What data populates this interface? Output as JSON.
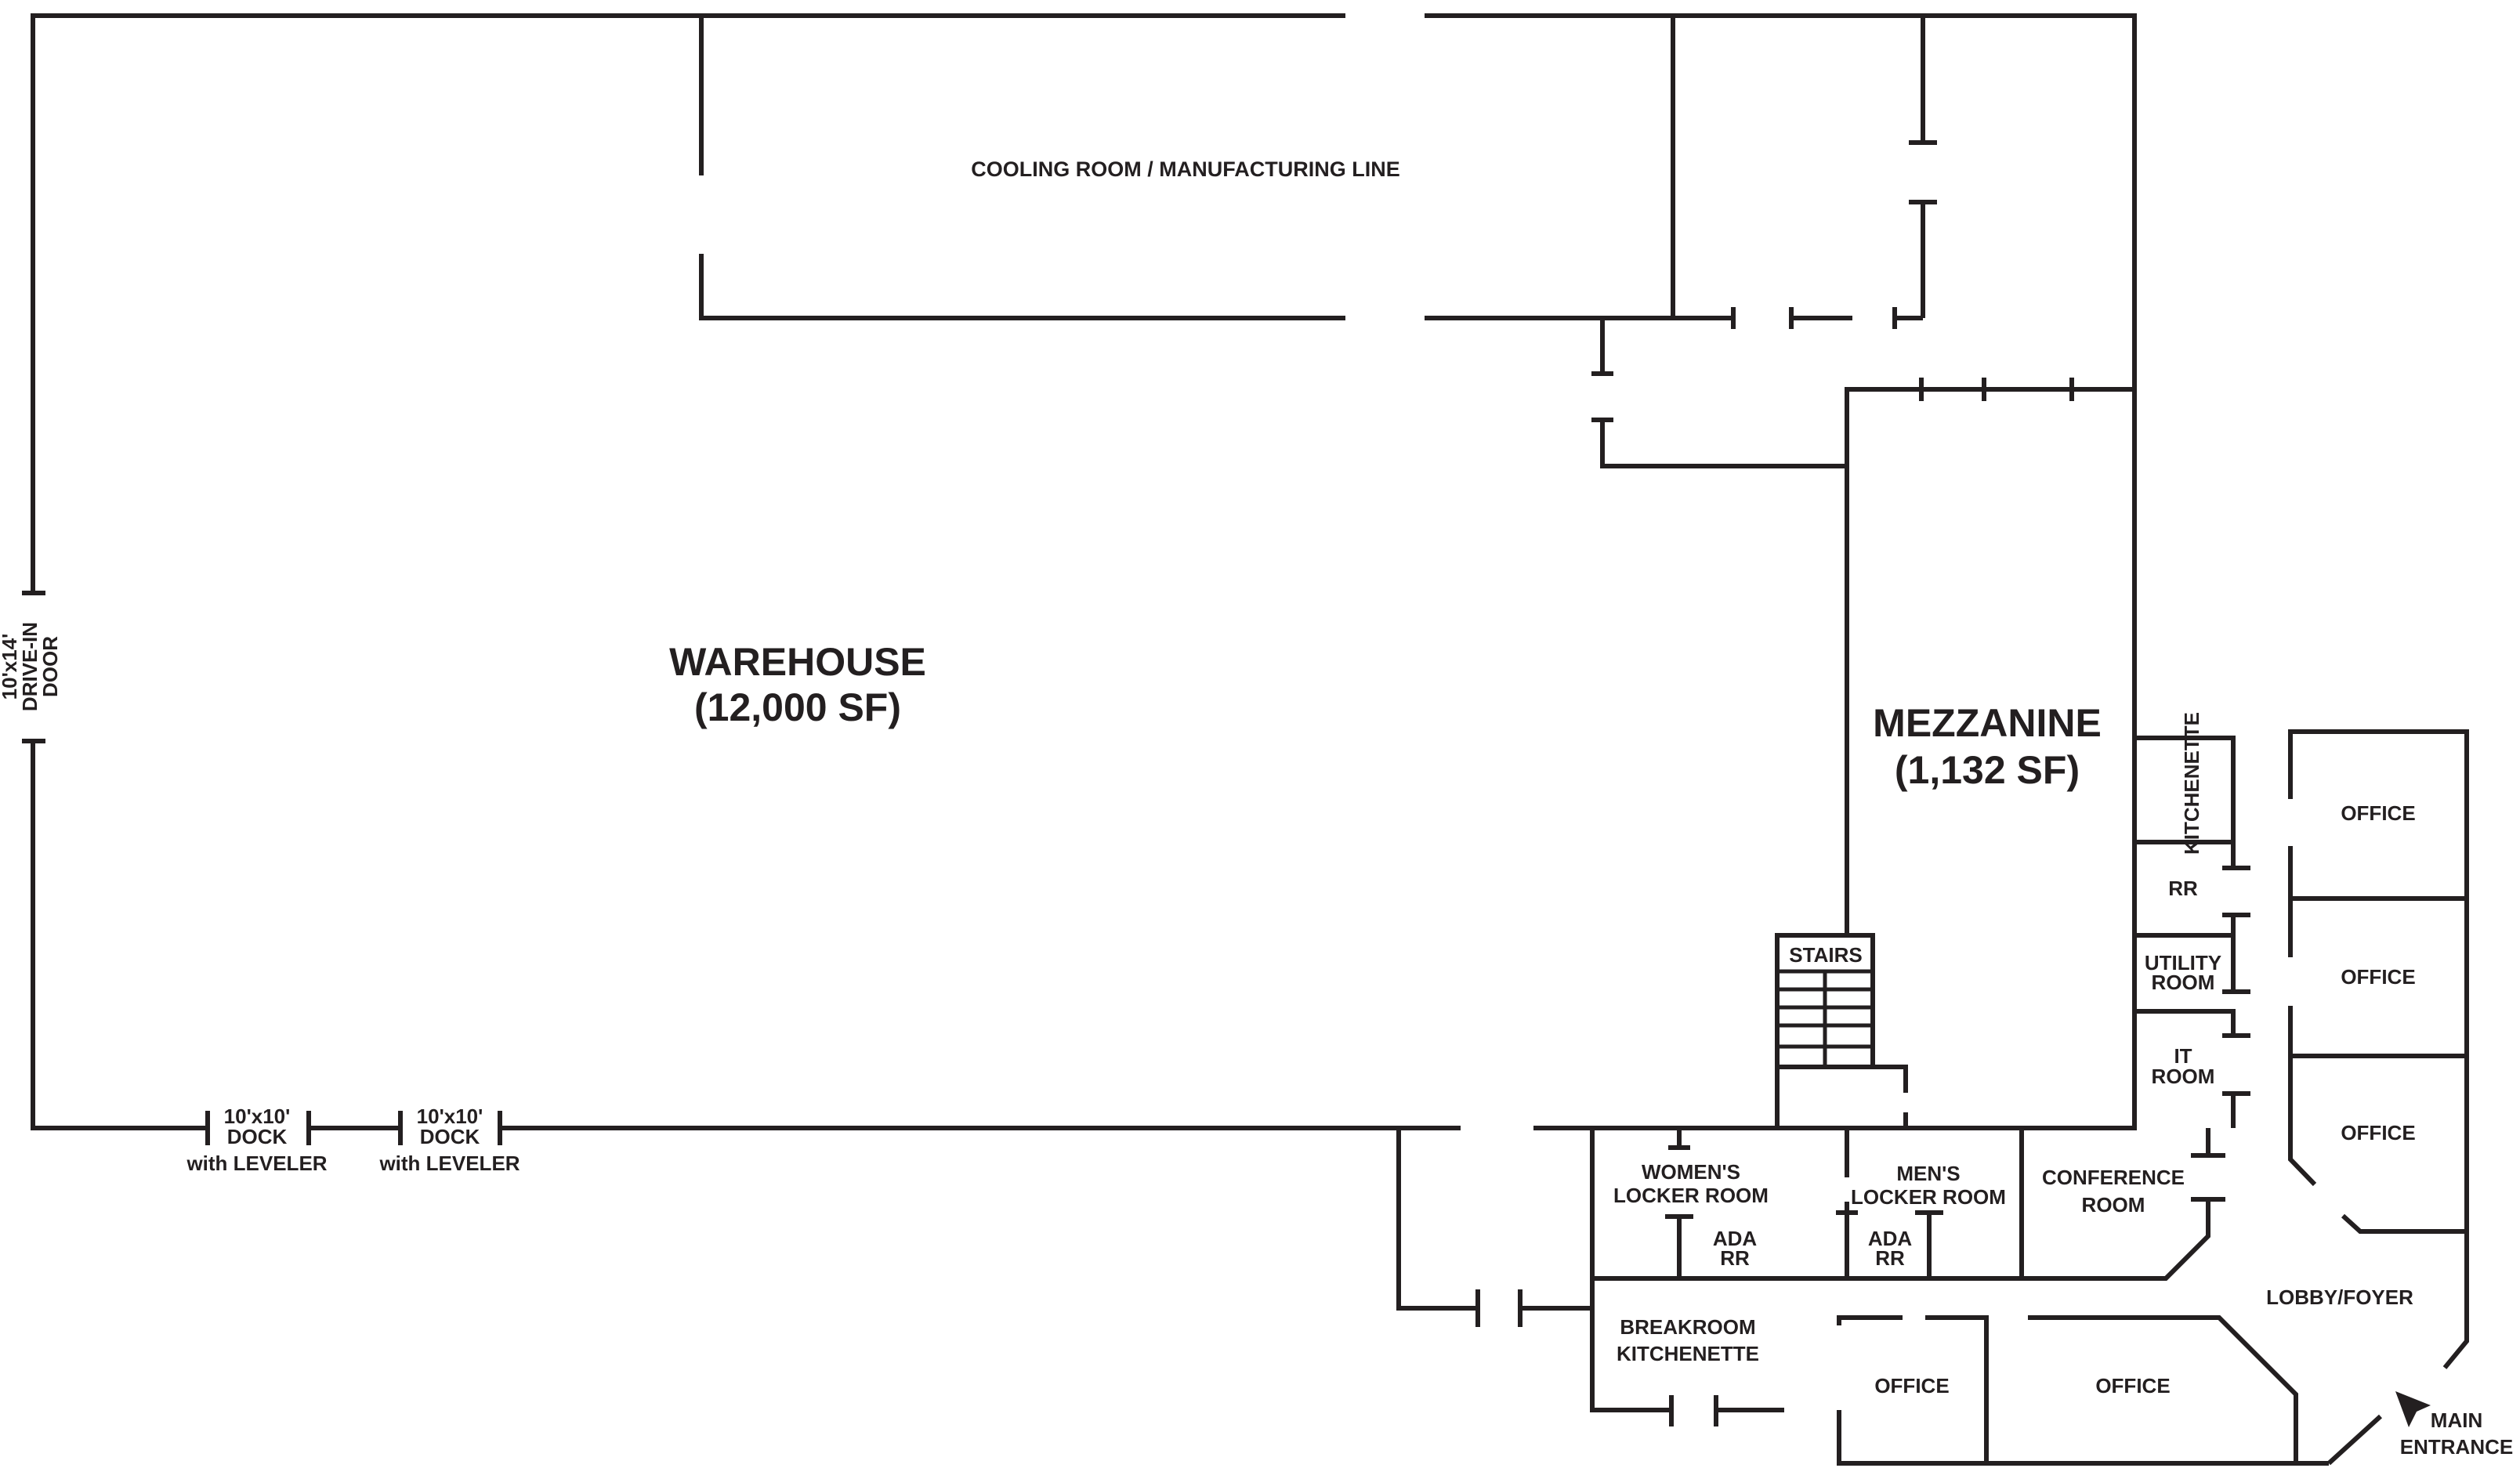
{
  "rooms": {
    "cooling_room": "COOLING ROOM / MANUFACTURING LINE",
    "warehouse_line1": "WAREHOUSE",
    "warehouse_line2": "(12,000 SF)",
    "mezzanine_line1": "MEZZANINE",
    "mezzanine_line2": "(1,132 SF)",
    "drive_in_line1": "10'x14'",
    "drive_in_line2": "DRIVE-IN",
    "drive_in_line3": "DOOR",
    "kitchenette": "KITCHENETTE",
    "rr": "RR",
    "utility_line1": "UTILITY",
    "utility_line2": "ROOM",
    "it_line1": "IT",
    "it_line2": "ROOM",
    "stairs": "STAIRS",
    "womens_line1": "WOMEN'S",
    "womens_line2": "LOCKER ROOM",
    "mens_line1": "MEN'S",
    "mens_line2": "LOCKER ROOM",
    "ada_line1": "ADA",
    "ada_line2": "RR",
    "conference_line1": "CONFERENCE",
    "conference_line2": "ROOM",
    "breakroom_line1": "BREAKROOM",
    "breakroom_line2": "KITCHENETTE",
    "office": "OFFICE",
    "lobby": "LOBBY/FOYER",
    "main_entrance_line1": "MAIN",
    "main_entrance_line2": "ENTRANCE"
  },
  "docks": {
    "size": "10'x10'",
    "label": "DOCK",
    "leveler": "with LEVELER"
  },
  "icons": {
    "entrance": "entrance-arrow-icon"
  }
}
